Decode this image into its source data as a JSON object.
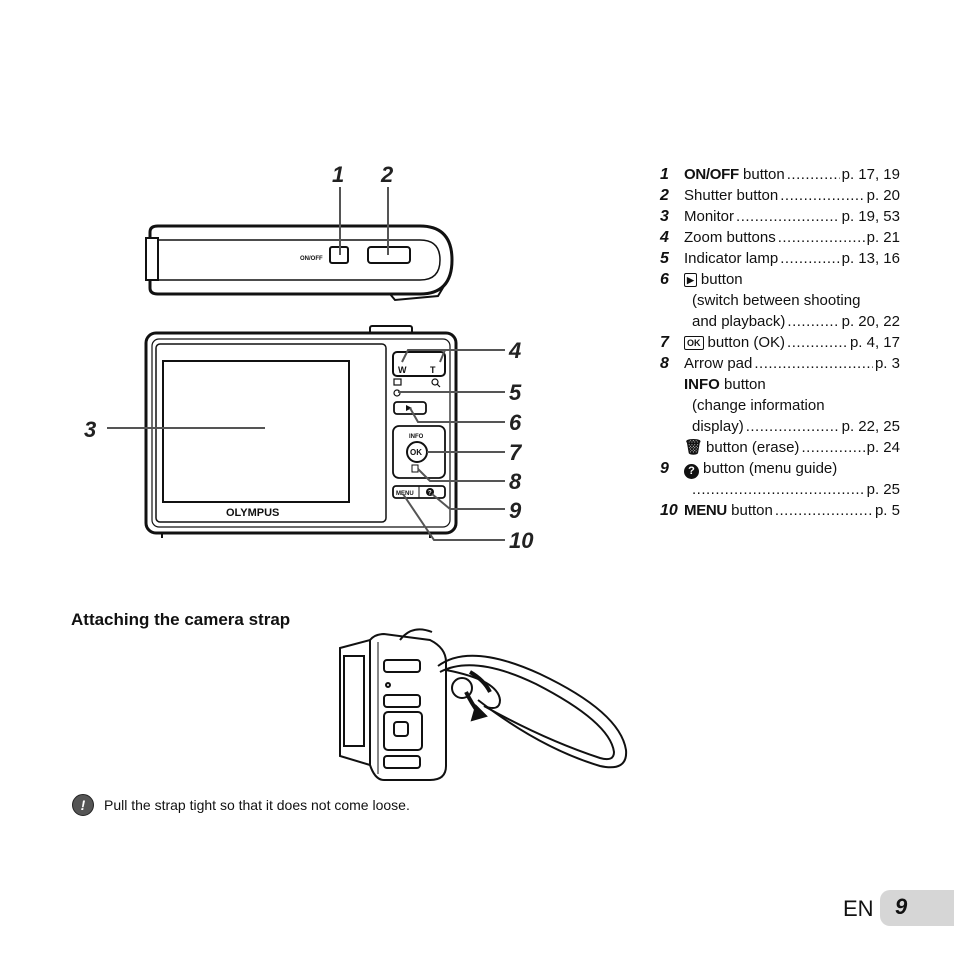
{
  "diagram": {
    "callouts": [
      "1",
      "2",
      "3",
      "4",
      "5",
      "6",
      "7",
      "8",
      "9",
      "10"
    ],
    "camera_top_label": "ON/OFF",
    "zoom_w": "W",
    "zoom_t": "T",
    "info_label": "INFO",
    "ok_label": "OK",
    "menu_label": "MENU",
    "guide_label": "?",
    "brand": "OLYMPUS"
  },
  "legend": {
    "items": [
      {
        "num": "1",
        "label": "ON/OFF",
        "suffix": " button",
        "page": "p. 17, 19"
      },
      {
        "num": "2",
        "label": "Shutter button",
        "page": "p. 20"
      },
      {
        "num": "3",
        "label": "Monitor",
        "page": "p. 19, 53"
      },
      {
        "num": "4",
        "label": "Zoom buttons",
        "page": "p. 21"
      },
      {
        "num": "5",
        "label": "Indicator lamp",
        "page": "p. 13, 16"
      },
      {
        "num": "6",
        "label": "button",
        "line2": "(switch between shooting",
        "line3": "and playback)",
        "page": "p. 20, 22"
      },
      {
        "num": "7",
        "label": "button (OK)",
        "page": "p. 4, 17"
      },
      {
        "num": "8",
        "label": "Arrow pad",
        "page": "p. 3",
        "sub_bold": "INFO",
        "sub_label": " button",
        "sub_line2": "(change information",
        "sub_line3": "display)",
        "sub_page": "p. 22, 25",
        "erase_label": "button (erase)",
        "erase_page": "p. 24"
      },
      {
        "num": "9",
        "label": "button (menu guide)",
        "page": "p. 25"
      },
      {
        "num": "10",
        "label": "MENU",
        "suffix": " button",
        "page": "p. 5"
      }
    ]
  },
  "strap": {
    "heading": "Attaching the camera strap",
    "note": "Pull the strap tight so that it does not come loose."
  },
  "footer": {
    "lang": "EN",
    "page": "9"
  },
  "colors": {
    "tab": "#d6d6d6",
    "ink": "#111111",
    "line": "#555555"
  }
}
